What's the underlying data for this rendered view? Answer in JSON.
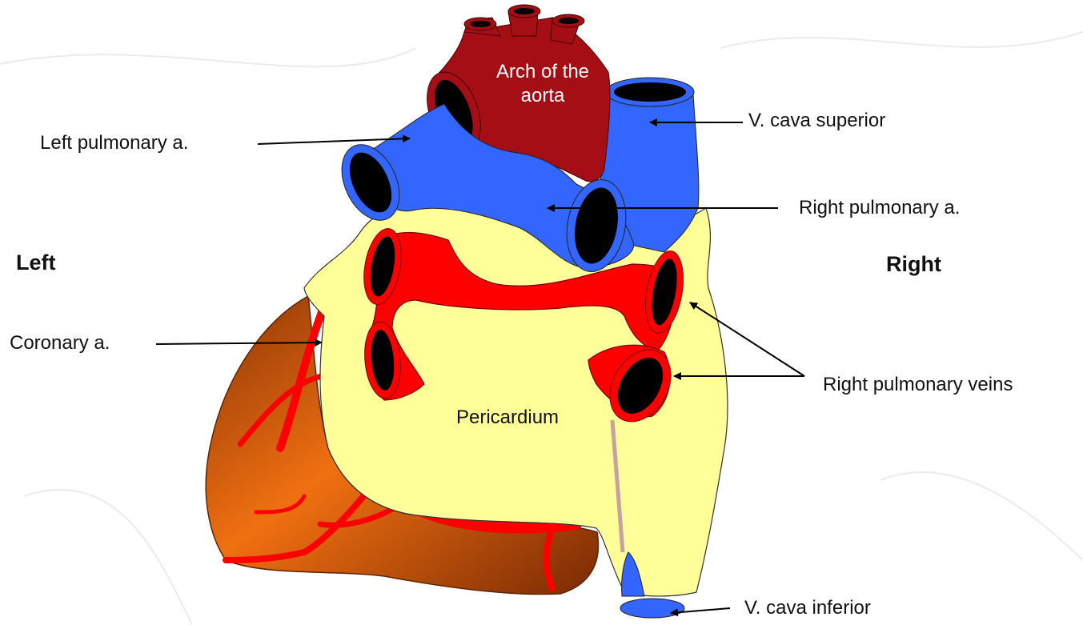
{
  "labels": {
    "arch_line1": "Arch of the",
    "arch_line2": "aorta",
    "vena_cava_superior": "V. cava superior",
    "left_pulmonary_artery": "Left pulmonary a.",
    "right_pulmonary_artery": "Right pulmonary a.",
    "left_side": "Left",
    "right_side": "Right",
    "coronary_artery": "Coronary a.",
    "right_pulmonary_veins": "Right pulmonary veins",
    "pericardium": "Pericardium",
    "vena_cava_inferior": "V. cava inferior"
  },
  "colors": {
    "aorta": "#a50e14",
    "pulmonary_artery": "#3366ff",
    "vein": "#ff0000",
    "pericardium": "#ffff99",
    "ventricle": "#e86a10",
    "lumen": "#000000"
  }
}
